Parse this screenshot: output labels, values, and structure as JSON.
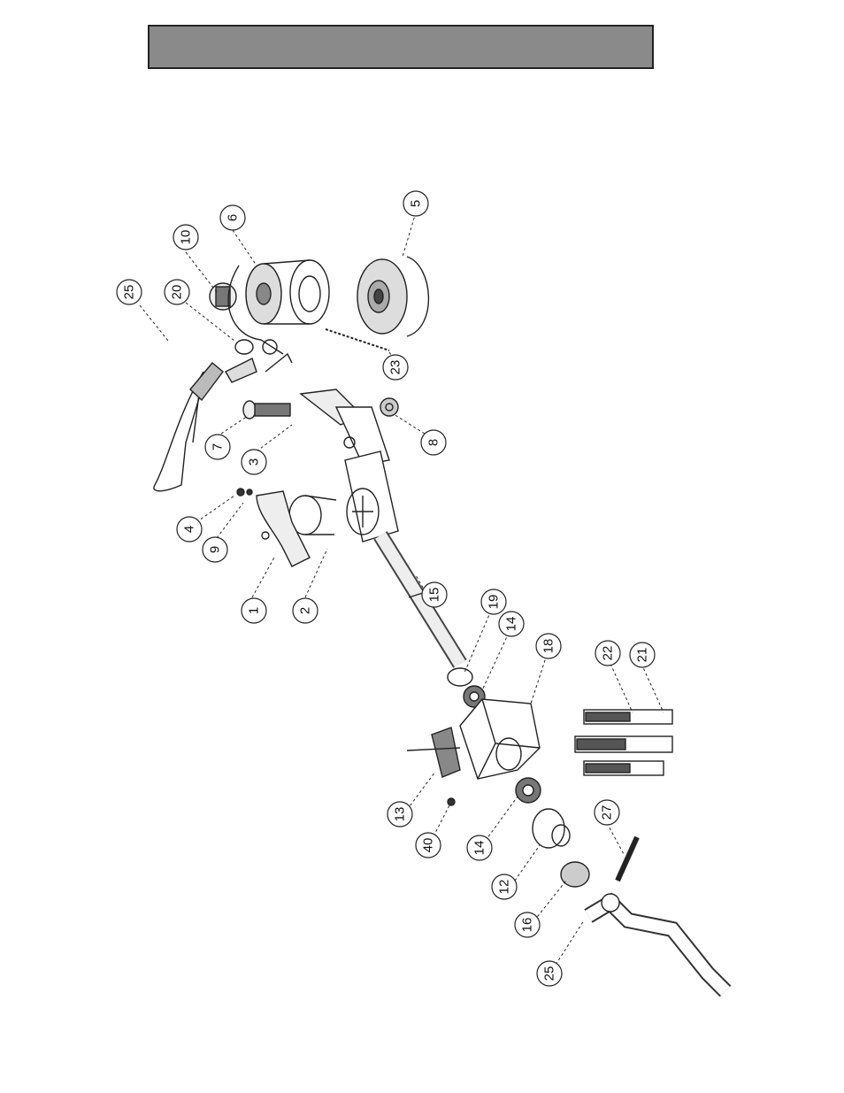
{
  "diagram": {
    "callouts": [
      {
        "id": "25a",
        "label": "25"
      },
      {
        "id": "20",
        "label": "20"
      },
      {
        "id": "10",
        "label": "10"
      },
      {
        "id": "6",
        "label": "6"
      },
      {
        "id": "5",
        "label": "5"
      },
      {
        "id": "23",
        "label": "23"
      },
      {
        "id": "7",
        "label": "7"
      },
      {
        "id": "3",
        "label": "3"
      },
      {
        "id": "8",
        "label": "8"
      },
      {
        "id": "4",
        "label": "4"
      },
      {
        "id": "9",
        "label": "9"
      },
      {
        "id": "1",
        "label": "1"
      },
      {
        "id": "2",
        "label": "2"
      },
      {
        "id": "15",
        "label": "15"
      },
      {
        "id": "19",
        "label": "19"
      },
      {
        "id": "14a",
        "label": "14"
      },
      {
        "id": "18",
        "label": "18"
      },
      {
        "id": "22",
        "label": "22"
      },
      {
        "id": "21",
        "label": "21"
      },
      {
        "id": "13",
        "label": "13"
      },
      {
        "id": "40",
        "label": "40"
      },
      {
        "id": "14b",
        "label": "14"
      },
      {
        "id": "12",
        "label": "12"
      },
      {
        "id": "27",
        "label": "27"
      },
      {
        "id": "16",
        "label": "16"
      },
      {
        "id": "25b",
        "label": "25"
      }
    ]
  }
}
